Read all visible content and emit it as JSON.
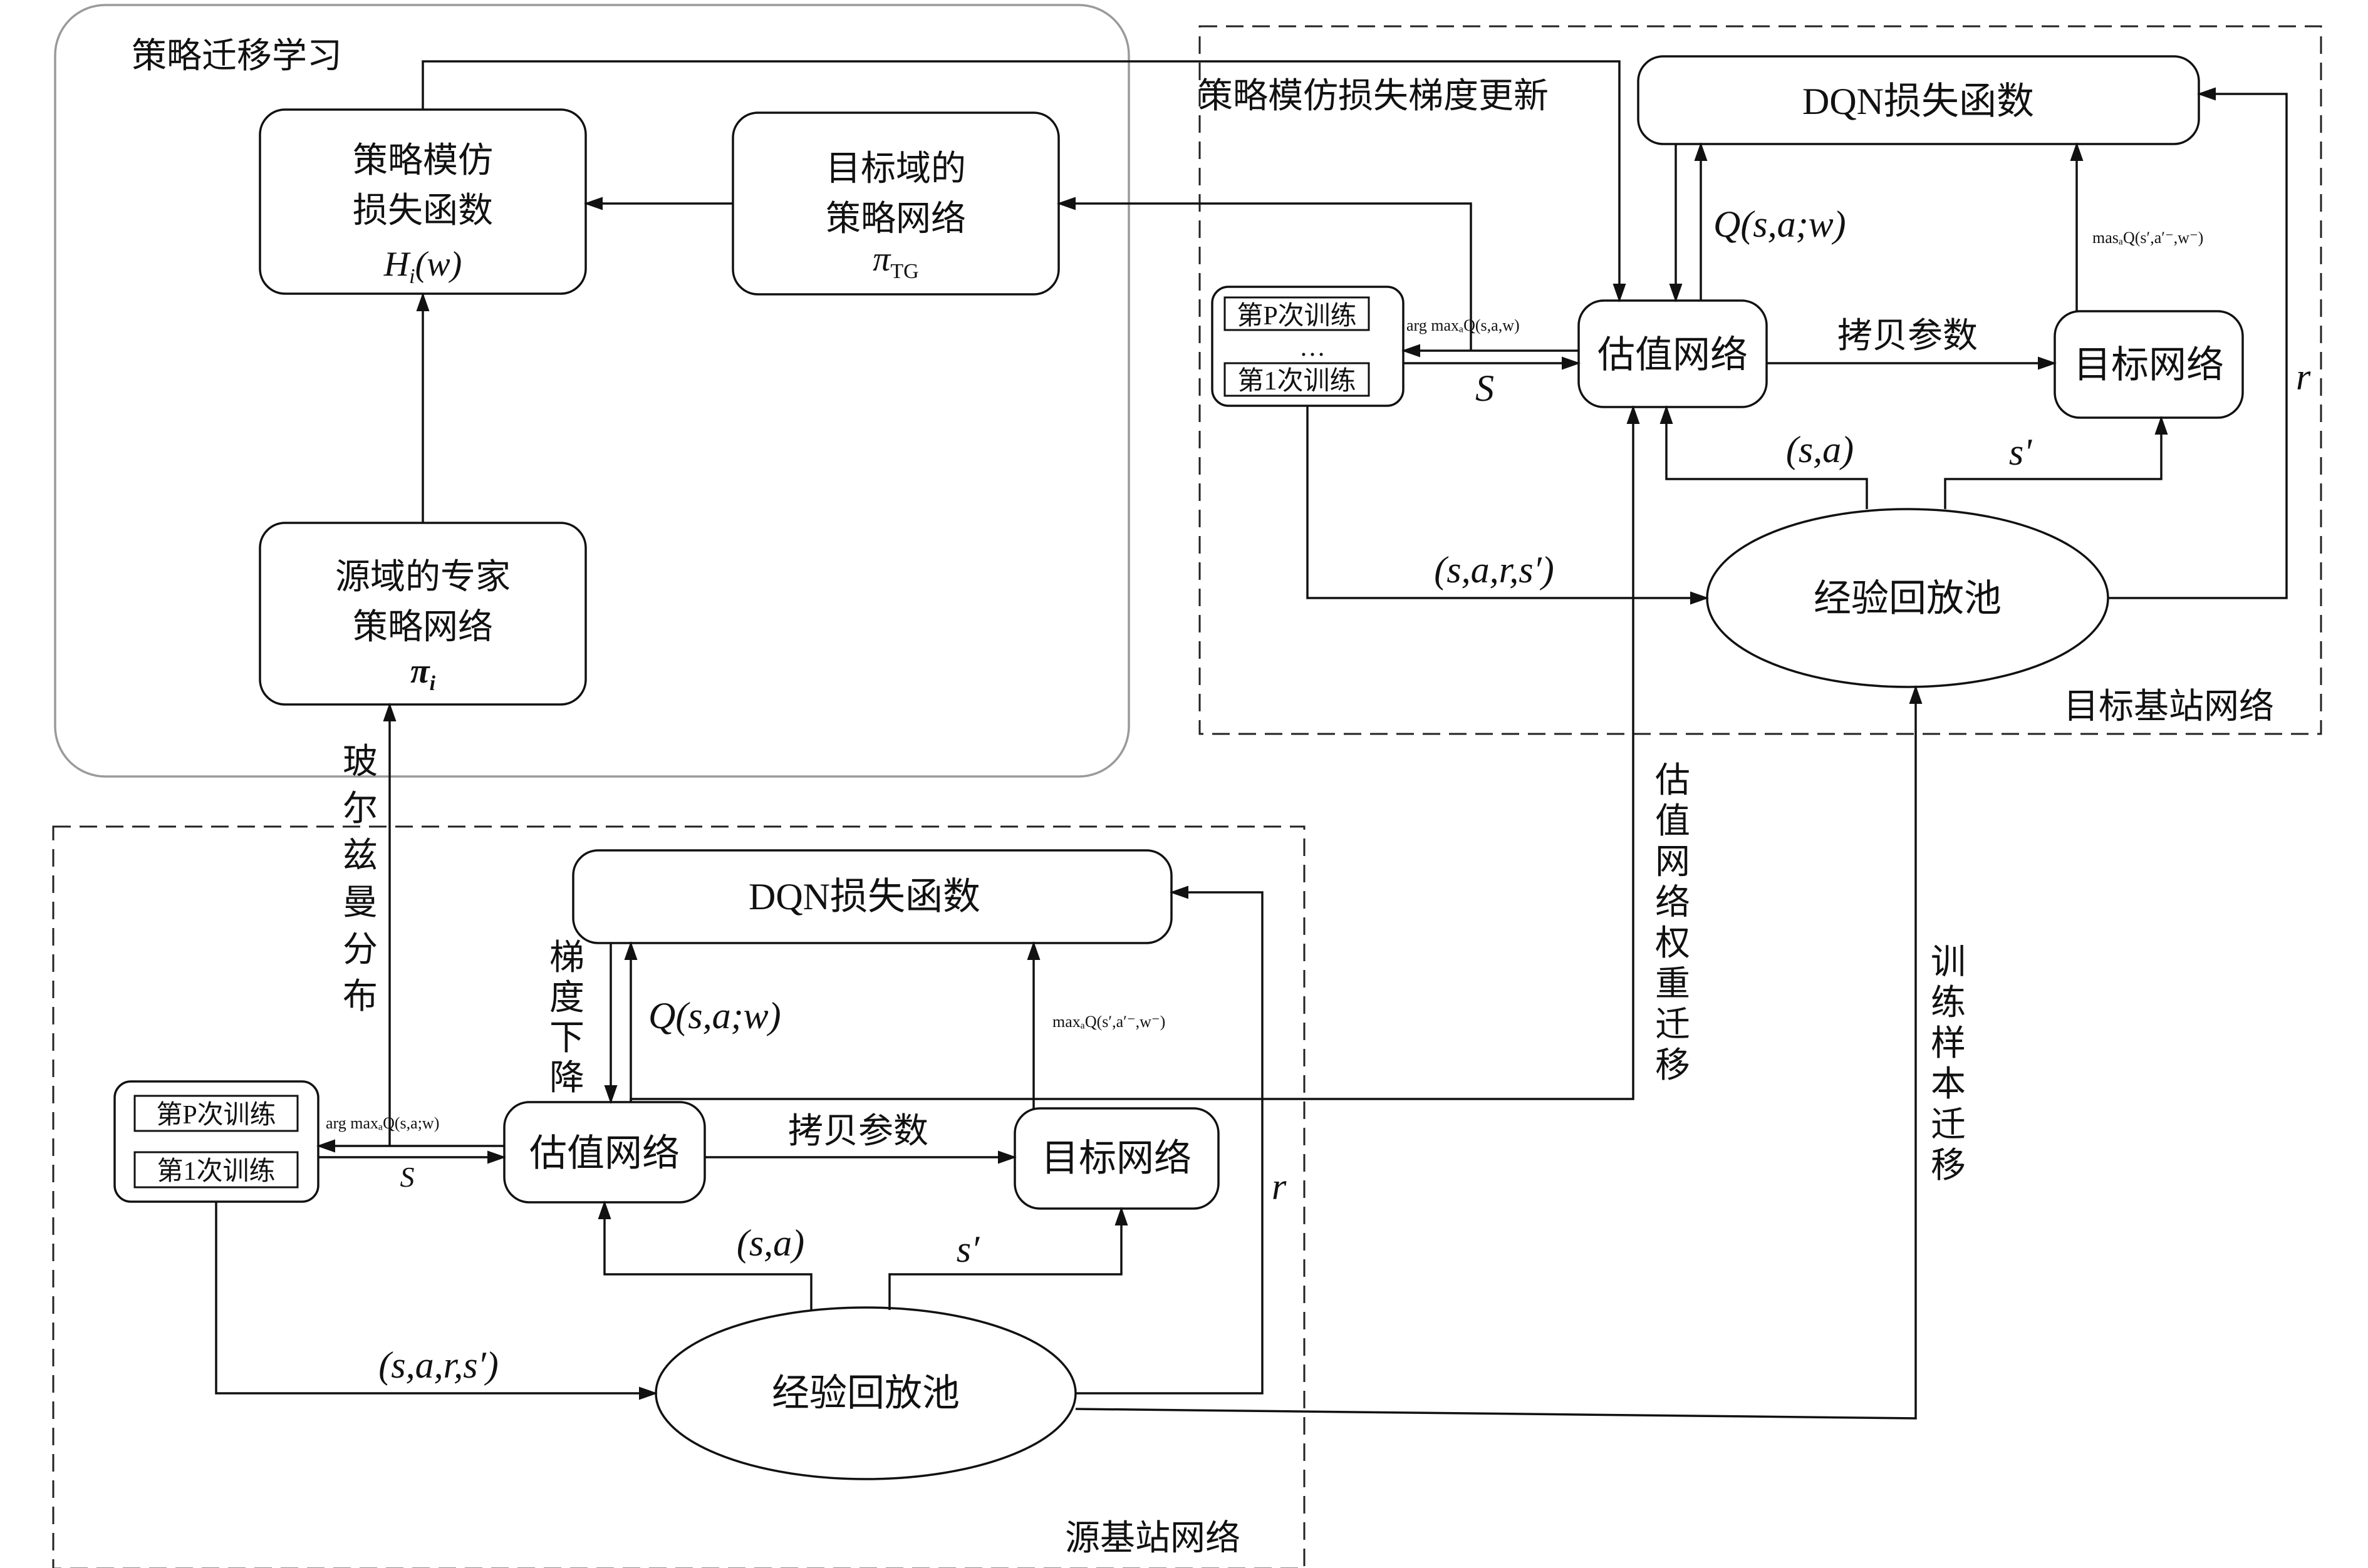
{
  "policy_transfer": {
    "title": "策略迁移学习",
    "imitation_loss": {
      "line1": "策略模仿",
      "line2": "损失函数",
      "symbol_base": "H",
      "symbol_sub": "i",
      "symbol_arg": "(w)"
    },
    "target_policy": {
      "line1": "目标域的",
      "line2": "策略网络",
      "symbol_base": "π",
      "symbol_sub": "TG"
    },
    "expert_policy": {
      "line1": "源域的专家",
      "line2": "策略网络",
      "symbol_base": "π",
      "symbol_sub": "i"
    }
  },
  "target_station": {
    "title": "目标基站网络",
    "dqn_loss": "DQN损失函数",
    "estimate_net": "估值网络",
    "target_net": "目标网络",
    "replay_pool": "经验回放池",
    "training_stack": {
      "top": "第P次训练",
      "dots": "…",
      "bottom": "第1次训练"
    },
    "copy_params": "拷贝参数",
    "q_label": "Q(s,a;w)",
    "max_label": "masₐQ(s′,a′⁻,w⁻)",
    "argmax_label": "arg maxₐQ(s,a,w)",
    "s_label": "S",
    "sa_label": "(s,a)",
    "sprime_label": "s'",
    "sars_label": "(s,a,r,s′)",
    "r_label": "r",
    "gradient_update_label": "策略模仿损失梯度更新"
  },
  "source_station": {
    "title": "源基站网络",
    "dqn_loss": "DQN损失函数",
    "estimate_net": "估值网络",
    "target_net": "目标网络",
    "replay_pool": "经验回放池",
    "training_stack": {
      "top": "第P次训练",
      "bottom": "第1次训练"
    },
    "copy_params": "拷贝参数",
    "q_label": "Q(s,a;w)",
    "max_label": "maxₐQ(s′,a′⁻,w⁻)",
    "argmax_label": "arg maxₐQ(s,a;w)",
    "s_label": "S",
    "sa_label": "(s,a)",
    "sprime_label": "s′",
    "sars_label": "(s,a,r,s′)",
    "r_label": "r",
    "gradient_descent_chars": [
      "梯",
      "度",
      "下",
      "降"
    ]
  },
  "boltzmann_chars": [
    "玻",
    "尔",
    "兹",
    "曼",
    "分",
    "布"
  ],
  "weight_transfer_chars": [
    "估",
    "值",
    "网",
    "络",
    "权",
    "重",
    "迁",
    "移"
  ],
  "sample_transfer_chars": [
    "训",
    "练",
    "样",
    "本",
    "迁",
    "移"
  ]
}
